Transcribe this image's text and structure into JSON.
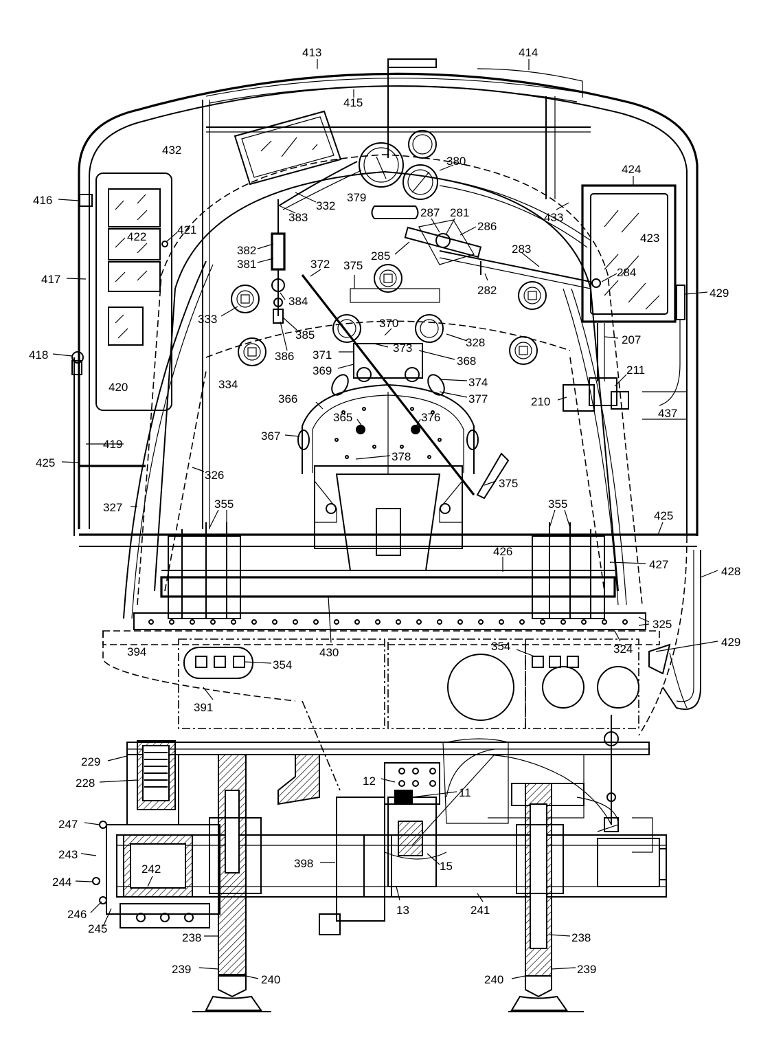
{
  "figure": {
    "reference_numerals": [
      {
        "id": "n413",
        "text": "413"
      },
      {
        "id": "n414",
        "text": "414"
      },
      {
        "id": "n415",
        "text": "415"
      },
      {
        "id": "n432",
        "text": "432"
      },
      {
        "id": "n380",
        "text": "380"
      },
      {
        "id": "n424",
        "text": "424"
      },
      {
        "id": "n416",
        "text": "416"
      },
      {
        "id": "n421",
        "text": "421"
      },
      {
        "id": "n422",
        "text": "422"
      },
      {
        "id": "n379",
        "text": "379"
      },
      {
        "id": "n332",
        "text": "332"
      },
      {
        "id": "n383",
        "text": "383"
      },
      {
        "id": "n287",
        "text": "287"
      },
      {
        "id": "n281",
        "text": "281"
      },
      {
        "id": "n286",
        "text": "286"
      },
      {
        "id": "n433",
        "text": "433"
      },
      {
        "id": "n423",
        "text": "423"
      },
      {
        "id": "n382",
        "text": "382"
      },
      {
        "id": "n381",
        "text": "381"
      },
      {
        "id": "n285",
        "text": "285"
      },
      {
        "id": "n283",
        "text": "283"
      },
      {
        "id": "n417",
        "text": "417"
      },
      {
        "id": "n372",
        "text": "372"
      },
      {
        "id": "n375a",
        "text": "375"
      },
      {
        "id": "n282",
        "text": "282"
      },
      {
        "id": "n284",
        "text": "284"
      },
      {
        "id": "n429a",
        "text": "429"
      },
      {
        "id": "n333",
        "text": "333"
      },
      {
        "id": "n384",
        "text": "384"
      },
      {
        "id": "n370",
        "text": "370"
      },
      {
        "id": "n328",
        "text": "328"
      },
      {
        "id": "n385",
        "text": "385"
      },
      {
        "id": "n207",
        "text": "207"
      },
      {
        "id": "n418",
        "text": "418"
      },
      {
        "id": "n371",
        "text": "371"
      },
      {
        "id": "n373",
        "text": "373"
      },
      {
        "id": "n386",
        "text": "386"
      },
      {
        "id": "n368",
        "text": "368"
      },
      {
        "id": "n334",
        "text": "334"
      },
      {
        "id": "n369",
        "text": "369"
      },
      {
        "id": "n374",
        "text": "374"
      },
      {
        "id": "n211",
        "text": "211"
      },
      {
        "id": "n420",
        "text": "420"
      },
      {
        "id": "n366",
        "text": "366"
      },
      {
        "id": "n377",
        "text": "377"
      },
      {
        "id": "n210",
        "text": "210"
      },
      {
        "id": "n437",
        "text": "437"
      },
      {
        "id": "n365",
        "text": "365"
      },
      {
        "id": "n376",
        "text": "376"
      },
      {
        "id": "n367",
        "text": "367"
      },
      {
        "id": "n419",
        "text": "419"
      },
      {
        "id": "n378",
        "text": "378"
      },
      {
        "id": "n425a",
        "text": "425"
      },
      {
        "id": "n326",
        "text": "326"
      },
      {
        "id": "n375b",
        "text": "375"
      },
      {
        "id": "n355a",
        "text": "355"
      },
      {
        "id": "n355b",
        "text": "355"
      },
      {
        "id": "n327",
        "text": "327"
      },
      {
        "id": "n425b",
        "text": "425"
      },
      {
        "id": "n426",
        "text": "426"
      },
      {
        "id": "n427",
        "text": "427"
      },
      {
        "id": "n428",
        "text": "428"
      },
      {
        "id": "n325",
        "text": "325"
      },
      {
        "id": "n394",
        "text": "394"
      },
      {
        "id": "n430",
        "text": "430"
      },
      {
        "id": "n354a",
        "text": "354"
      },
      {
        "id": "n324",
        "text": "324"
      },
      {
        "id": "n429b",
        "text": "429"
      },
      {
        "id": "n354b",
        "text": "354"
      },
      {
        "id": "n391",
        "text": "391"
      },
      {
        "id": "n229",
        "text": "229"
      },
      {
        "id": "n12",
        "text": "12"
      },
      {
        "id": "n11",
        "text": "11"
      },
      {
        "id": "n228",
        "text": "228"
      },
      {
        "id": "n247",
        "text": "247"
      },
      {
        "id": "n243",
        "text": "243"
      },
      {
        "id": "n242",
        "text": "242"
      },
      {
        "id": "n398",
        "text": "398"
      },
      {
        "id": "n15",
        "text": "15"
      },
      {
        "id": "n244",
        "text": "244"
      },
      {
        "id": "n246",
        "text": "246"
      },
      {
        "id": "n245",
        "text": "245"
      },
      {
        "id": "n13",
        "text": "13"
      },
      {
        "id": "n241",
        "text": "241"
      },
      {
        "id": "n238a",
        "text": "238"
      },
      {
        "id": "n238b",
        "text": "238"
      },
      {
        "id": "n239a",
        "text": "239"
      },
      {
        "id": "n239b",
        "text": "239"
      },
      {
        "id": "n240a",
        "text": "240"
      },
      {
        "id": "n240b",
        "text": "240"
      }
    ]
  }
}
